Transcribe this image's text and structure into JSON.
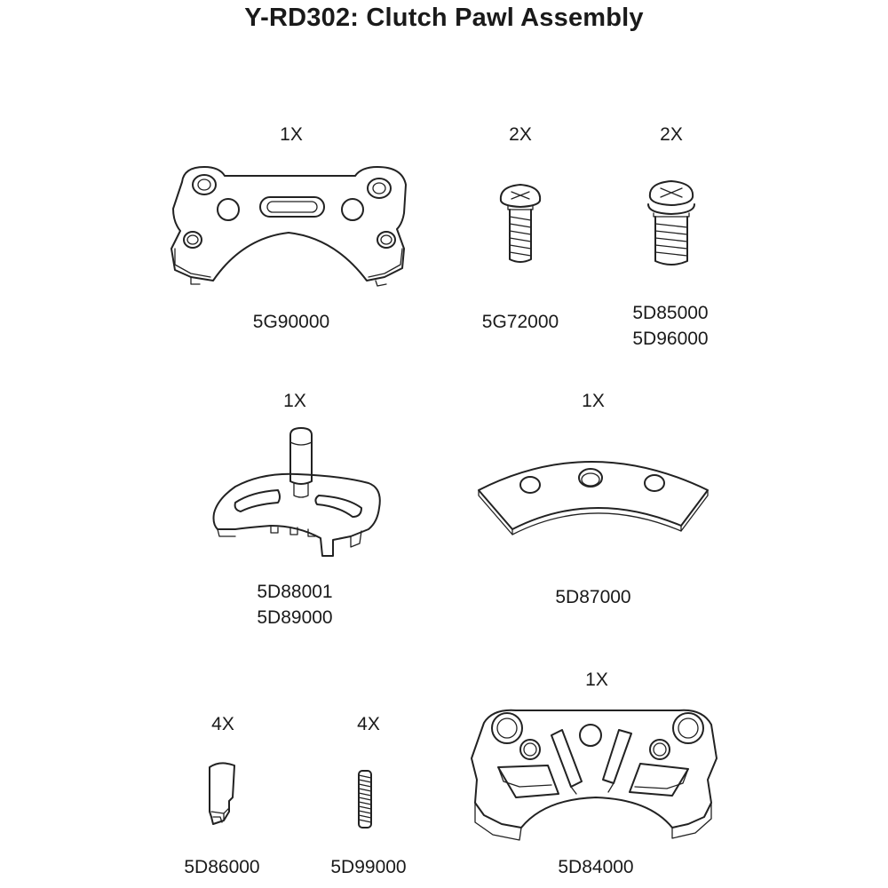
{
  "title": "Y-RD302: Clutch Pawl Assembly",
  "parts": [
    {
      "qty": "1X",
      "numbers": [
        "5G90000"
      ],
      "icon": "clutch-plate-icon"
    },
    {
      "qty": "2X",
      "numbers": [
        "5G72000"
      ],
      "icon": "short-screw-icon"
    },
    {
      "qty": "2X",
      "numbers": [
        "5D85000",
        "5D96000"
      ],
      "icon": "screw-with-washer-icon"
    },
    {
      "qty": "1X",
      "numbers": [
        "5D88001",
        "5D89000"
      ],
      "icon": "pawl-carrier-icon"
    },
    {
      "qty": "1X",
      "numbers": [
        "5D87000"
      ],
      "icon": "arc-plate-icon"
    },
    {
      "qty": "4X",
      "numbers": [
        "5D86000"
      ],
      "icon": "pawl-icon"
    },
    {
      "qty": "4X",
      "numbers": [
        "5D99000"
      ],
      "icon": "spring-icon"
    },
    {
      "qty": "1X",
      "numbers": [
        "5D84000"
      ],
      "icon": "pawl-housing-icon"
    }
  ]
}
